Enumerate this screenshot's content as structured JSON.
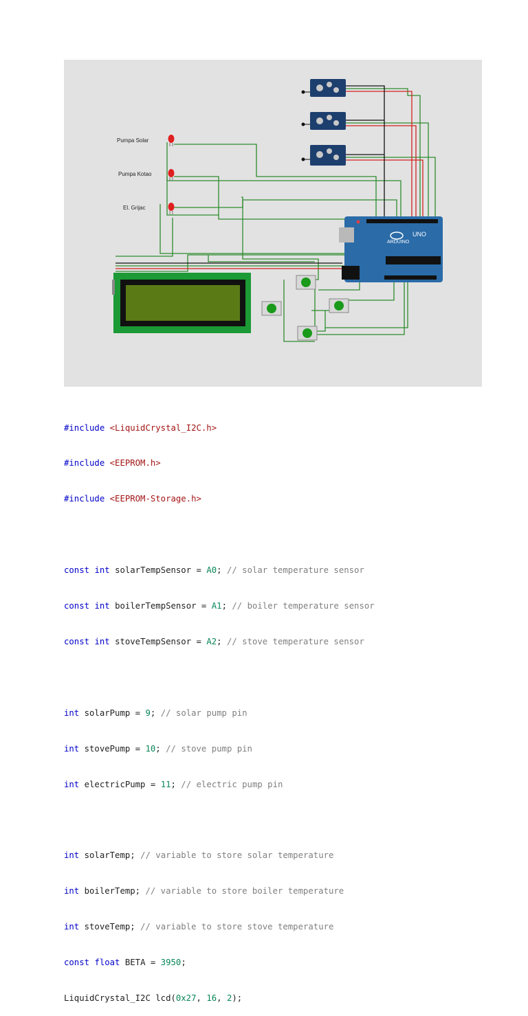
{
  "circuit": {
    "labels": {
      "solar": "Pumpa Solar",
      "kotao": "Pumpa Kotao",
      "el": "El. Grijac"
    },
    "board_brand": "ARDUINO",
    "board_model": "UNO",
    "colors": {
      "wire_green": "#2e8b2e",
      "wire_red": "#d42020",
      "wire_black": "#111111",
      "board": "#2a6ba8",
      "lcd": "#5a7a16",
      "button": "#1a9a1a"
    }
  },
  "code": {
    "includes": [
      {
        "directive": "#include",
        "file": "<LiquidCrystal_I2C.h>"
      },
      {
        "directive": "#include",
        "file": "<EEPROM.h>"
      },
      {
        "directive": "#include",
        "file": "<EEPROM-Storage.h>"
      }
    ],
    "sensors": [
      {
        "kw1": "const",
        "kw2": "int",
        "name": "solarTempSensor",
        "eq": " = ",
        "val": "A0",
        "end": ";",
        "comment": " // solar temperature sensor"
      },
      {
        "kw1": "const",
        "kw2": "int",
        "name": "boilerTempSensor",
        "eq": " = ",
        "val": "A1",
        "end": ";",
        "comment": " // boiler temperature sensor"
      },
      {
        "kw1": "const",
        "kw2": "int",
        "name": "stoveTempSensor",
        "eq": " = ",
        "val": "A2",
        "end": ";",
        "comment": " // stove temperature sensor"
      }
    ],
    "pumps": [
      {
        "kw": "int",
        "name": "solarPump",
        "eq": " = ",
        "val": "9",
        "end": ";",
        "comment": " // solar pump pin"
      },
      {
        "kw": "int",
        "name": "stovePump",
        "eq": " = ",
        "val": "10",
        "end": ";",
        "comment": " // stove pump pin"
      },
      {
        "kw": "int",
        "name": "electricPump",
        "eq": " = ",
        "val": "11",
        "end": ";",
        "comment": " // electric pump pin"
      }
    ],
    "vars": [
      {
        "kw": "int",
        "name": "solarTemp;",
        "comment": " // variable to store solar temperature"
      },
      {
        "kw": "int",
        "name": "boilerTemp;",
        "comment": " // variable to store boiler temperature"
      },
      {
        "kw": "int",
        "name": "stoveTemp;",
        "comment": " // variable to store stove temperature"
      }
    ],
    "beta": {
      "kw1": "const",
      "kw2": "float",
      "name": "BETA",
      "eq": " = ",
      "val": "3950",
      "end": ";"
    },
    "lcd": {
      "prefix": "LiquidCrystal_I2C lcd(",
      "a": "0x27",
      "sep1": ", ",
      "b": "16",
      "sep2": ", ",
      "c": "2",
      "end": ");"
    }
  }
}
